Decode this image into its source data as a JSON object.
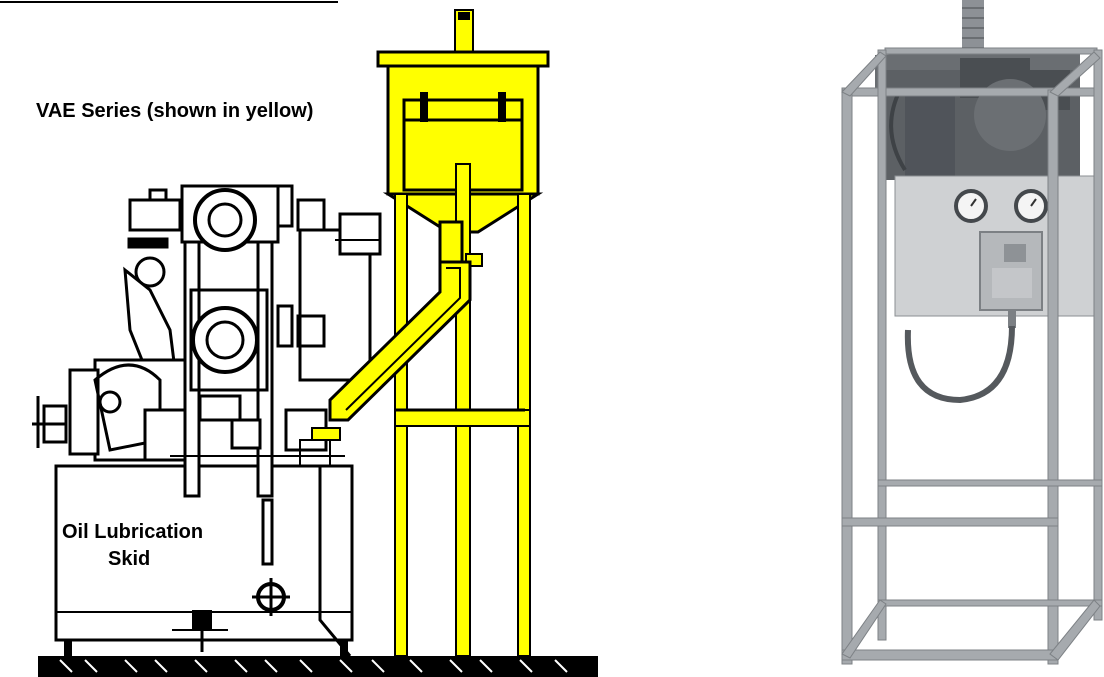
{
  "labels": {
    "vae_series": "VAE Series (shown in yellow)",
    "oil_skid_line1": "Oil Lubrication",
    "oil_skid_line2": "Skid"
  },
  "colors": {
    "highlight": "#FFFF00",
    "ink": "#000000",
    "frame_metal": "#9a9ea3",
    "panel_metal": "#c9cbcd",
    "housing_dark": "#55595d"
  }
}
